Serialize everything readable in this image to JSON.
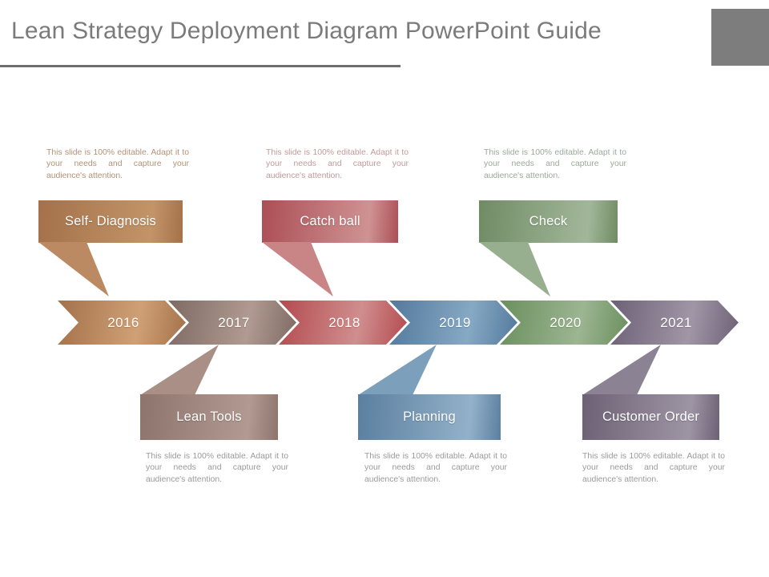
{
  "slide": {
    "title": "Lean Strategy Deployment Diagram PowerPoint Guide",
    "background": "#ffffff",
    "title_color": "#7b7b7b",
    "rule_color": "#6e6e6e",
    "corner_box_color": "#7d7d7d",
    "corner_box_name": "logo-placeholder"
  },
  "timeline": {
    "steps": [
      {
        "year": "2016",
        "color_from": "#a4714a",
        "color_to": "#cfa075"
      },
      {
        "year": "2017",
        "color_from": "#7e6a64",
        "color_to": "#b09a91"
      },
      {
        "year": "2018",
        "color_from": "#b34a4f",
        "color_to": "#d08e8e"
      },
      {
        "year": "2019",
        "color_from": "#53789b",
        "color_to": "#86a9c4"
      },
      {
        "year": "2020",
        "color_from": "#6a8f5d",
        "color_to": "#9cb592"
      },
      {
        "year": "2021",
        "color_from": "#6d6076",
        "color_to": "#a096a6"
      }
    ]
  },
  "callouts": {
    "top": [
      {
        "label": "Self- Diagnosis",
        "color_from": "#a4714a",
        "color_to": "#c39468",
        "tail_color": "#bb8a62",
        "description": "This slide is 100% editable. Adapt it to your needs and capture your audience's attention.",
        "description_tint": "tint-brown"
      },
      {
        "label": "Catch ball",
        "color_from": "#ab4f55",
        "color_to": "#cf9293",
        "tail_color": "#c98586",
        "description": "This slide is 100% editable. Adapt it to your needs and capture your audience's attention.",
        "description_tint": "tint-red"
      },
      {
        "label": "Check",
        "color_from": "#708b64",
        "color_to": "#a2b79a",
        "tail_color": "#97ae8f",
        "description": "This slide is 100% editable. Adapt it to your needs and capture your audience's attention.",
        "description_tint": "tint-green"
      }
    ],
    "bottom": [
      {
        "label": "Lean Tools",
        "color_from": "#8d746c",
        "color_to": "#b29a92",
        "tail_color": "#a98f86",
        "description": "This slide is 100% editable. Adapt it to your needs and capture your audience's attention.",
        "description_tint": "tint-grey"
      },
      {
        "label": "Planning",
        "color_from": "#5b7f9f",
        "color_to": "#93b1c9",
        "tail_color": "#7c9fbb",
        "description": "This slide is 100% editable. Adapt it to your needs and capture your audience's attention.",
        "description_tint": "tint-grey"
      },
      {
        "label": "Customer Order",
        "color_from": "#6d6275",
        "color_to": "#9d94a4",
        "tail_color": "#8b8293",
        "description": "This slide is 100% editable. Adapt it to your needs and capture your audience's attention.",
        "description_tint": "tint-grey"
      }
    ]
  }
}
